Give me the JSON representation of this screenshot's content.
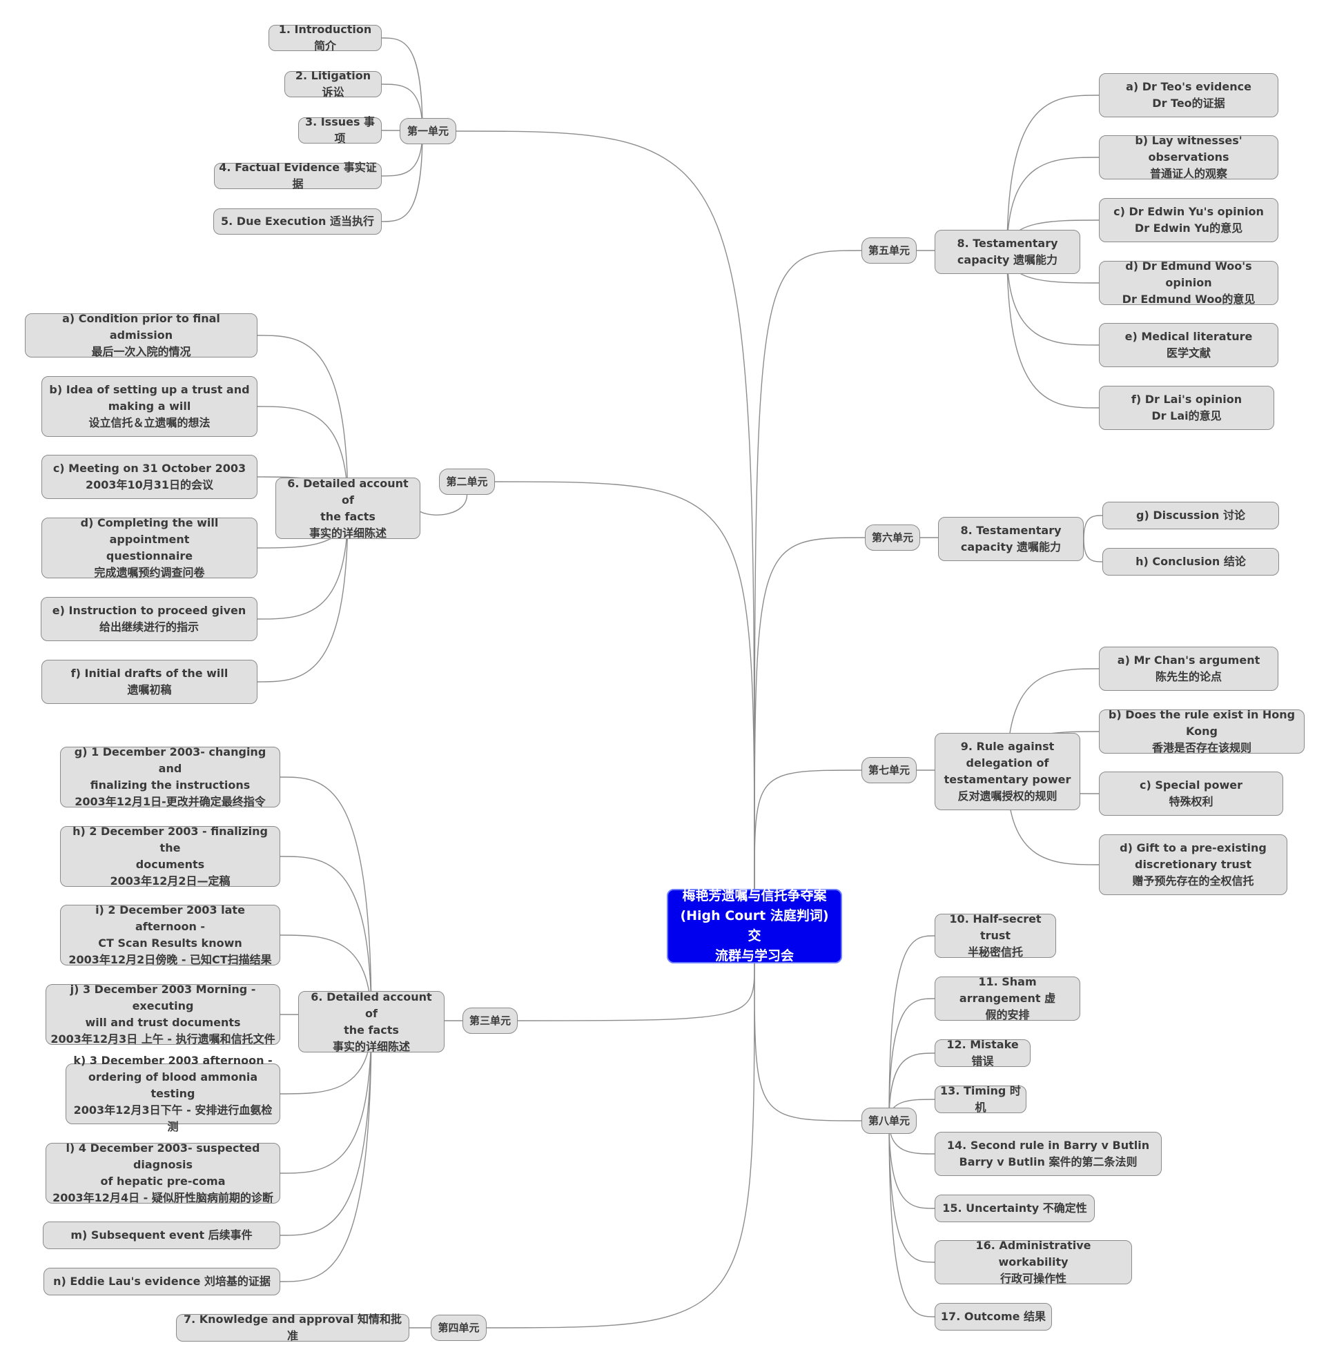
{
  "root": "梅艳芳遗嘱与信托争夺案\n(High Court 法庭判词) 交\n流群与学习会",
  "units": {
    "u1": "第一单元",
    "u2": "第二单元",
    "u3": "第三单元",
    "u4": "第四单元",
    "u5": "第五单元",
    "u6": "第六单元",
    "u7": "第七单元",
    "u8": "第八单元"
  },
  "unit1": {
    "n1": "1. Introduction 简介",
    "n2": "2. Litigation 诉讼",
    "n3": "3. Issues 事项",
    "n4": "4. Factual Evidence 事实证据",
    "n5": "5. Due Execution 适当执行"
  },
  "unit2": {
    "hub": "6. Detailed account of\nthe facts\n事实的详细陈述",
    "a": "a) Condition prior to final admission\n最后一次入院的情况",
    "b": "b) Idea of setting up a trust and\nmaking a will\n设立信托＆立遗嘱的想法",
    "c": "c) Meeting on 31 October 2003\n2003年10月31日的会议",
    "d": "d) Completing the will appointment\nquestionnaire\n完成遗嘱预约调查问卷",
    "e": "e) Instruction to proceed given\n给出继续进行的指示",
    "f": "f) Initial drafts of the will\n遗嘱初稿"
  },
  "unit3": {
    "hub": "6. Detailed account of\nthe facts\n事实的详细陈述",
    "g": "g) 1 December 2003- changing and\nfinalizing the instructions\n2003年12月1日-更改并确定最终指令",
    "h": "h) 2 December 2003 - finalizing the\ndocuments\n2003年12月2日—定稿",
    "i": "i) 2 December 2003 late afternoon -\nCT Scan Results known\n2003年12月2日傍晚 - 已知CT扫描结果",
    "j": "j) 3 December 2003 Morning - executing\nwill and trust documents\n2003年12月3日 上午 - 执行遗嘱和信托文件",
    "k": "k) 3 December 2003 afternoon -\nordering of blood ammonia testing\n2003年12月3日下午 - 安排进行血氨检测",
    "l": "l) 4 December 2003- suspected diagnosis\nof hepatic pre-coma\n2003年12月4日 - 疑似肝性脑病前期的诊断",
    "m": "m) Subsequent event 后续事件",
    "n": "n) Eddie Lau's evidence 刘培基的证据"
  },
  "unit4": {
    "n7": "7. Knowledge and approval 知情和批准"
  },
  "unit5": {
    "hub": "8. Testamentary\ncapacity 遗嘱能力",
    "a": "a) Dr Teo's evidence\nDr Teo的证据",
    "b": "b) Lay witnesses' observations\n普通证人的观察",
    "c": "c) Dr Edwin Yu's opinion\nDr Edwin Yu的意见",
    "d": "d) Dr Edmund Woo's opinion\nDr Edmund Woo的意见",
    "e": "e) Medical literature\n医学文献",
    "f": "f) Dr Lai's opinion\nDr Lai的意见"
  },
  "unit6": {
    "hub": "8. Testamentary\ncapacity 遗嘱能力",
    "g": "g) Discussion 讨论",
    "h": "h) Conclusion 结论"
  },
  "unit7": {
    "hub": "9. Rule against\ndelegation of\ntestamentary power\n反对遗嘱授权的规则",
    "a": "a) Mr Chan's argument\n陈先生的论点",
    "b": "b) Does the rule exist in Hong Kong\n香港是否存在该规则",
    "c": "c) Special power\n特殊权利",
    "d": "d) Gift to a pre-existing\ndiscretionary trust\n赠予预先存在的全权信托"
  },
  "unit8": {
    "n10": "10. Half-secret trust\n半秘密信托",
    "n11": "11. Sham arrangement 虚\n假的安排",
    "n12": "12. Mistake 错误",
    "n13": "13. Timing 时机",
    "n14": "14. Second rule in Barry v Butlin\nBarry v Butlin 案件的第二条法则",
    "n15": "15. Uncertainty 不确定性",
    "n16": "16. Administrative workability\n行政可操作性",
    "n17": "17. Outcome 结果"
  },
  "colors": {
    "root_fill": "#0000ee",
    "node_fill": "#e0e0e0",
    "edge": "#8c8c8c",
    "text": "#3a3a3a"
  }
}
